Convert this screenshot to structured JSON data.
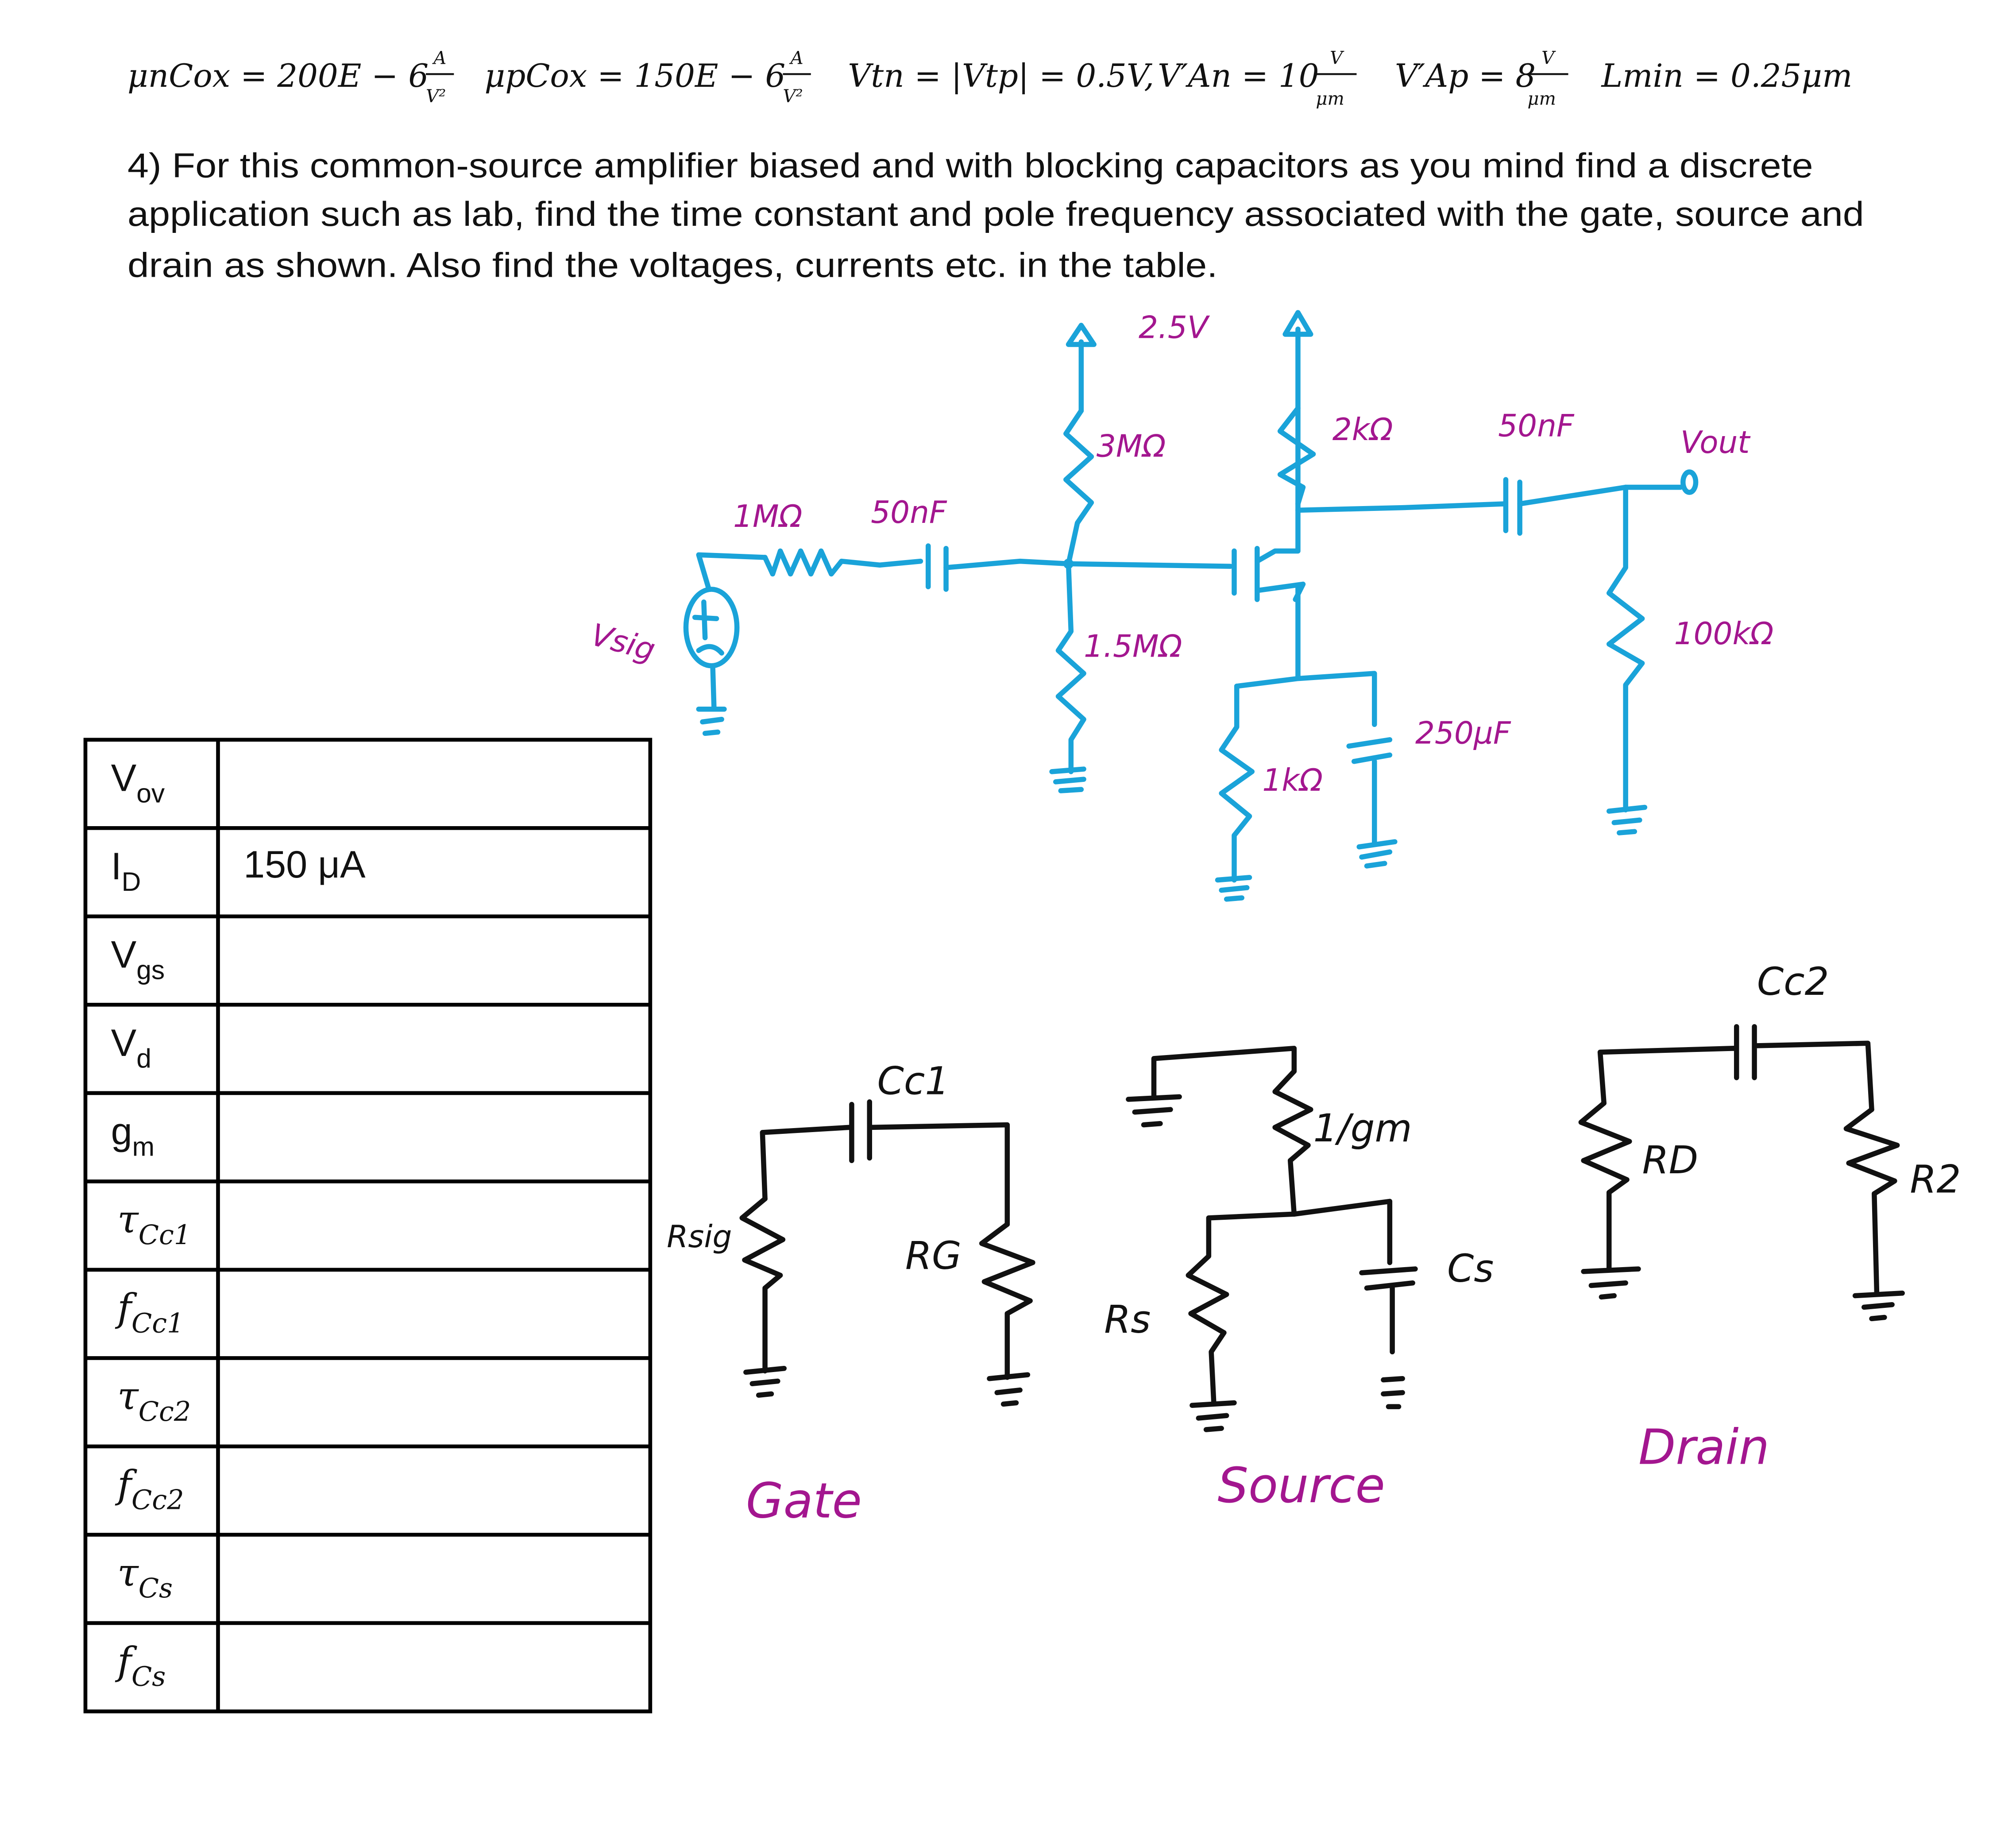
{
  "parameters": {
    "un_cox": "μnCox = 200E − 6",
    "un_unit_num": "A",
    "un_unit_den": "V²",
    "up_cox": "μpCox = 150E − 6",
    "up_unit_num": "A",
    "up_unit_den": "V²",
    "vt": "Vtn = |Vtp| = 0.5V,",
    "van": "V′An = 10",
    "van_unit_num": "V",
    "van_unit_den": "μm",
    "vap": "V′Ap = 8",
    "vap_unit_num": "V",
    "vap_unit_den": "μm",
    "lmin": "Lmin = 0.25μm"
  },
  "question": {
    "line1": "4) For this common-source amplifier biased and with blocking capacitors as you mind find a discrete",
    "line2": "application such as lab, find the time constant and pole frequency associated with the gate, source and",
    "line3": "drain as shown.  Also find the voltages, currents etc. in the table."
  },
  "table": {
    "rows": [
      {
        "main": "V",
        "sub": "ov",
        "value": ""
      },
      {
        "main": "I",
        "sub": "D",
        "value": "150 μA"
      },
      {
        "main": "V",
        "sub": "gs",
        "value": ""
      },
      {
        "main": "V",
        "sub": "d",
        "value": ""
      },
      {
        "main": "g",
        "sub": "m",
        "value": ""
      },
      {
        "main": "τ",
        "sub": "Cc1",
        "value": ""
      },
      {
        "main": "f",
        "sub": "Cc1",
        "value": ""
      },
      {
        "main": "τ",
        "sub": "Cc2",
        "value": ""
      },
      {
        "main": "f",
        "sub": "Cc2",
        "value": ""
      },
      {
        "main": "τ",
        "sub": "Cs",
        "value": ""
      },
      {
        "main": "f",
        "sub": "Cs",
        "value": ""
      }
    ]
  },
  "circuit": {
    "vdd": "2.5V",
    "r_top": "3MΩ",
    "r_bottom": "1.5MΩ",
    "r_sig": "1MΩ",
    "c_in": "50nF",
    "v_sig": "Vsig",
    "r_d": "2kΩ",
    "c_out": "50nF",
    "v_out": "Vout",
    "r_load": "100kΩ",
    "r_s": "1kΩ",
    "c_s": "250μF"
  },
  "subcircuits": {
    "gate": {
      "cap": "Cc1",
      "r_left": "Rsig",
      "r_right": "RG",
      "title": "Gate"
    },
    "source": {
      "r_top": "1/gm",
      "r_left": "Rs",
      "cap": "Cs",
      "title": "Source"
    },
    "drain": {
      "cap": "Cc2",
      "r_left": "RD",
      "r_right": "R2",
      "title": "Drain"
    }
  },
  "colors": {
    "wire": "#1aa3d9",
    "annotation": "#a3168f",
    "ink": "#111111"
  }
}
